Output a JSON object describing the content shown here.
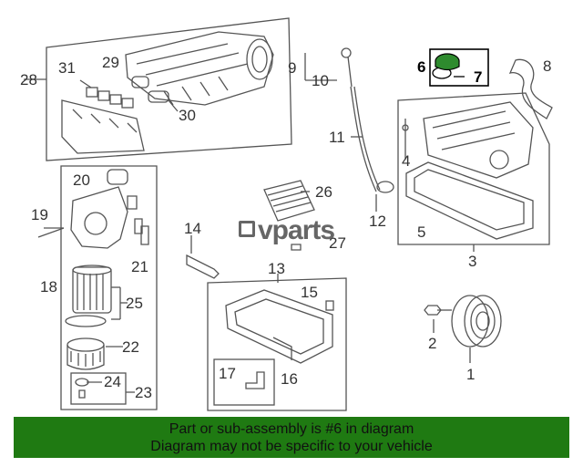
{
  "callouts": {
    "c1": "1",
    "c2": "2",
    "c3": "3",
    "c4": "4",
    "c5": "5",
    "c6": "6",
    "c7": "7",
    "c8": "8",
    "c9": "9",
    "c10": "10",
    "c11": "11",
    "c12": "12",
    "c13": "13",
    "c14": "14",
    "c15": "15",
    "c16": "16",
    "c17": "17",
    "c18": "18",
    "c19": "19",
    "c20": "20",
    "c21": "21",
    "c22": "22",
    "c23": "23",
    "c24": "24",
    "c25": "25",
    "c26": "26",
    "c27": "27",
    "c28": "28",
    "c29": "29",
    "c30": "30",
    "c31": "31"
  },
  "highlight": {
    "part": "6",
    "color": "#2e8b2e"
  },
  "watermark": {
    "text": "vparts"
  },
  "banner": {
    "line1": "Part or sub-assembly is #6 in diagram",
    "line2": "Diagram may not be specific to your vehicle",
    "color": "#1f7a12"
  }
}
